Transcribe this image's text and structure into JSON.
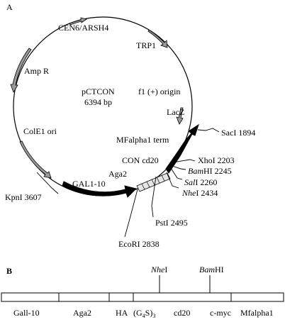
{
  "panel_a": {
    "label": "A",
    "plasmid": {
      "name": "pCTCON",
      "size": "6394 bp"
    },
    "features": {
      "cen6": "CEN6/ARSH4",
      "trp1": "TRP1",
      "amp": "Amp R",
      "f1": "f1 (+) origin",
      "lacz": "LacZ",
      "cole1": "ColE1 ori",
      "mfalpha": "MFalpha1 term",
      "con_cd20": "CON cd20",
      "aga2": "Aga2",
      "gal": "GAL1-10"
    },
    "sites": {
      "saci": {
        "name": "SacI",
        "pos": "1894"
      },
      "xhoi": {
        "name": "XhoI",
        "pos": "2203"
      },
      "bamhi": {
        "name": "Bam",
        "suffix": "HI",
        "pos": "2245"
      },
      "sali": {
        "name": "Sal",
        "suffix": "I",
        "pos": "2260"
      },
      "nhei": {
        "name": "Nhe",
        "suffix": "I",
        "pos": "2434"
      },
      "psti": {
        "name": "PstI",
        "pos": "2495"
      },
      "ecori": {
        "name": "EcoRI",
        "pos": "2838"
      },
      "kpni": {
        "name": "KpnI",
        "pos": "3607"
      }
    }
  },
  "panel_b": {
    "label": "B",
    "site_labels": {
      "nhe": "Nhe",
      "nhe_suffix": "I",
      "bam": "Bam",
      "bam_suffix": "HI"
    },
    "segments": {
      "gal": "Gall-10",
      "aga2": "Aga2",
      "ha": "HA",
      "g4s_base": "(G",
      "g4s_sub4": "4",
      "g4s_mid": "S)",
      "g4s_sub3": "3",
      "cd20": "cd20",
      "cmyc": "c-myc",
      "mfalpha": "Mfalpha1"
    }
  },
  "colors": {
    "ink": "#000000",
    "arrow_gray": "#9a9a9a",
    "insert_fill": "#d9d9d9"
  }
}
